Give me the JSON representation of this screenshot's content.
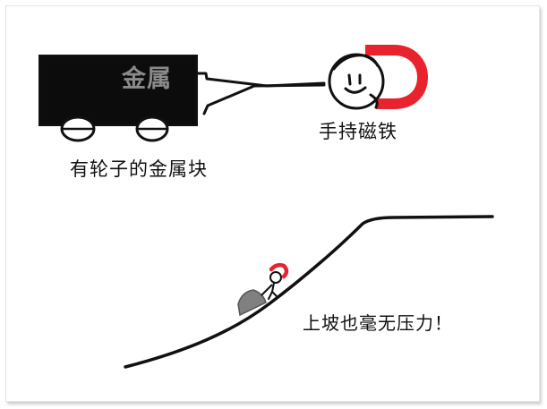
{
  "labels": {
    "cart_word": "金属",
    "cart_caption": "有轮子的金属块",
    "hold_caption": "手持磁铁",
    "hill_caption": "上坡也毫无压力！"
  },
  "colors": {
    "ink": "#111111",
    "magnet_red": "#e8232e",
    "cart_word_gray": "#8a8a8a",
    "small_cart_gray": "#808080"
  }
}
